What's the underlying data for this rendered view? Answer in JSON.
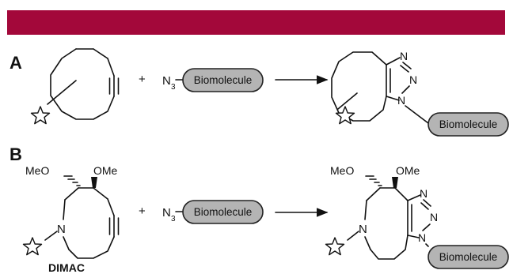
{
  "colors": {
    "banner": "#a3083a",
    "pill_fill": "#b4b4b4",
    "ink": "#111111"
  },
  "panels": [
    {
      "letter": "A",
      "reagent": {
        "azide": "N",
        "azide_sub": "3",
        "plus": "+",
        "pill": "Biomolecule"
      },
      "product": {
        "pill": "Biomolecule",
        "n1": "N",
        "n2": "N",
        "n3": "N"
      },
      "icons": [
        "star-icon"
      ]
    },
    {
      "letter": "B",
      "reactant": {
        "ome_left": "MeO",
        "ome_right": "OMe",
        "n_label": "N",
        "caption": "DIMAC"
      },
      "reagent": {
        "azide": "N",
        "azide_sub": "3",
        "plus": "+",
        "pill": "Biomolecule"
      },
      "product": {
        "ome_left": "MeO",
        "ome_right": "OMe",
        "n_label": "N",
        "n1": "N",
        "n2": "N",
        "n3": "N",
        "pill": "Biomolecule"
      },
      "icons": [
        "star-icon"
      ]
    }
  ]
}
